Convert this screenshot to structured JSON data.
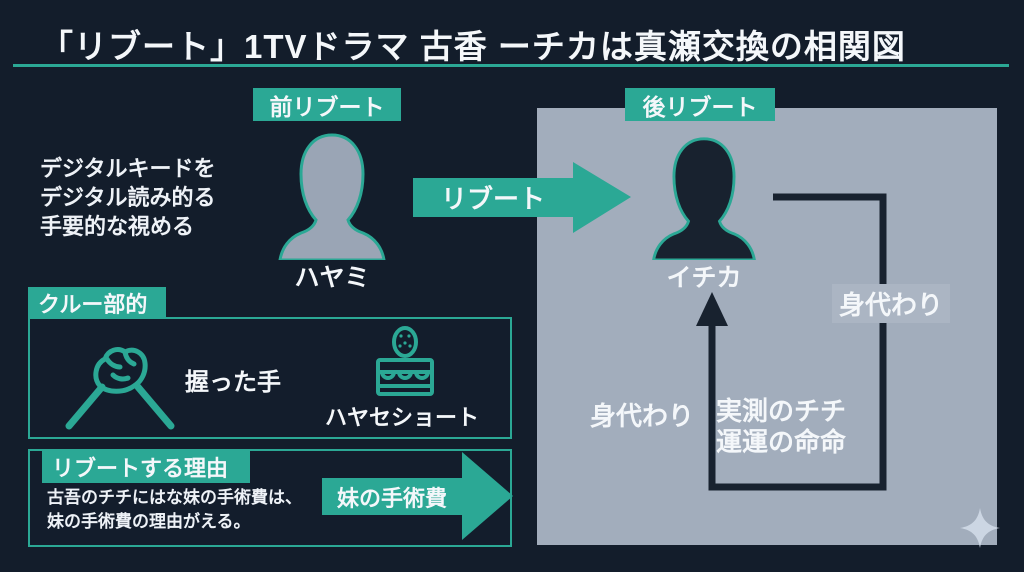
{
  "title": "「リブート」1TVドラマ 古香 ーチカは真瀬交換の相関図",
  "colors": {
    "teal": "#2ba895",
    "bg": "#131d2b",
    "panel": "#a2adbc",
    "dark": "#18222f",
    "white": "#f4f7fa"
  },
  "left_section": {
    "badge": "前リブート",
    "description_lines": [
      "デジタルキードを",
      "デジタル読み的る",
      "手要的な視める"
    ],
    "person_name": "ハヤミ"
  },
  "main_arrow": {
    "label": "リブート"
  },
  "right_section": {
    "badge": "後リブート",
    "person_name": "イチカ",
    "label_right": "身代わり",
    "label_left": "身代わり",
    "label_center_lines": [
      "実測のチチ",
      "運運の命命"
    ]
  },
  "crew_box": {
    "tab": "クルー部的",
    "handshake_label": "握った手",
    "cake_label": "ハヤセショート"
  },
  "reason_box": {
    "tab": "リブートする理由",
    "body_lines": [
      "古吾のチチにはな妹の手術費は、",
      "妹の手術費の理由がえる。"
    ],
    "arrow_label": "妹の手術費"
  },
  "icons": {
    "handshake": "handshake-icon",
    "cake": "shortcake-icon",
    "sparkle": "sparkle-icon"
  }
}
